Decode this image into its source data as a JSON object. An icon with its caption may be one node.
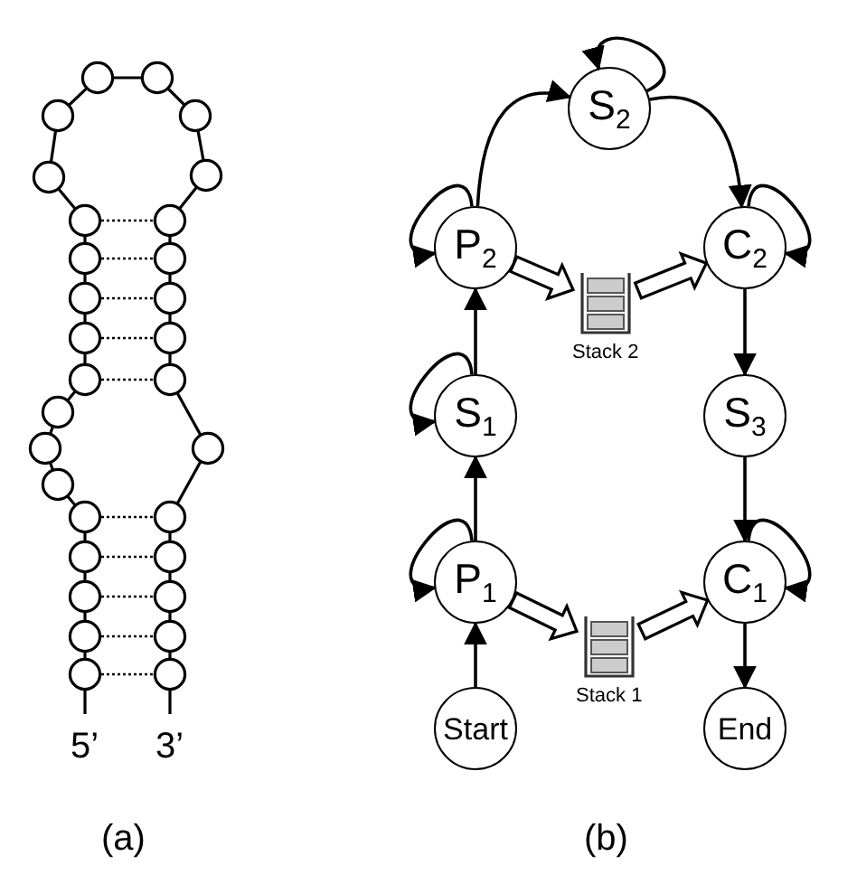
{
  "diagram": {
    "nodes": [
      {
        "text": [
          "S$_{2}$"
        ]
      },
      {
        "text": [
          "P$_{2}$"
        ]
      },
      {
        "text": [
          "C$_{2}$"
        ]
      },
      {
        "text": [],
        "shape": "stack",
        "beside": [
          "Stack 2"
        ]
      },
      {
        "text": [
          "S$_{1}$"
        ]
      },
      {
        "text": [
          "S$_{3}$"
        ]
      },
      {
        "text": [
          "P$_{1}$"
        ]
      },
      {
        "text": [
          "C$_{1}$"
        ]
      },
      {
        "text": [],
        "shape": "stack",
        "beside": [
          "Stack 1"
        ]
      },
      {
        "text": [
          "Start"
        ]
      },
      {
        "text": [
          "End"
        ]
      }
    ],
    "edges": [
      {
        "from": 0,
        "to": 0,
        "arrow": "to"
      },
      {
        "from": 1,
        "to": 0,
        "arrow": "to"
      },
      {
        "from": 0,
        "to": 2,
        "arrow": "to"
      },
      {
        "from": 1,
        "to": 1,
        "arrow": "to"
      },
      {
        "from": 2,
        "to": 2,
        "arrow": "to"
      },
      {
        "from": 1,
        "to": 3,
        "arrow": "to",
        "style": "thick"
      },
      {
        "from": 3,
        "to": 2,
        "arrow": "to",
        "style": "thick"
      },
      {
        "from": 4,
        "to": 1,
        "arrow": "to"
      },
      {
        "from": 4,
        "to": 4,
        "arrow": "to"
      },
      {
        "from": 2,
        "to": 5,
        "arrow": "to"
      },
      {
        "from": 6,
        "to": 4,
        "arrow": "to"
      },
      {
        "from": 6,
        "to": 6,
        "arrow": "to"
      },
      {
        "from": 5,
        "to": 7,
        "arrow": "to"
      },
      {
        "from": 7,
        "to": 7,
        "arrow": "to"
      },
      {
        "from": 6,
        "to": 8,
        "arrow": "to",
        "style": "thick"
      },
      {
        "from": 8,
        "to": 7,
        "arrow": "to",
        "style": "thick"
      },
      {
        "from": 9,
        "to": 6,
        "arrow": "to"
      },
      {
        "from": 7,
        "to": 10,
        "arrow": "to"
      }
    ],
    "labels": [
      "5’",
      "3’",
      "(a)",
      "(b)"
    ]
  }
}
